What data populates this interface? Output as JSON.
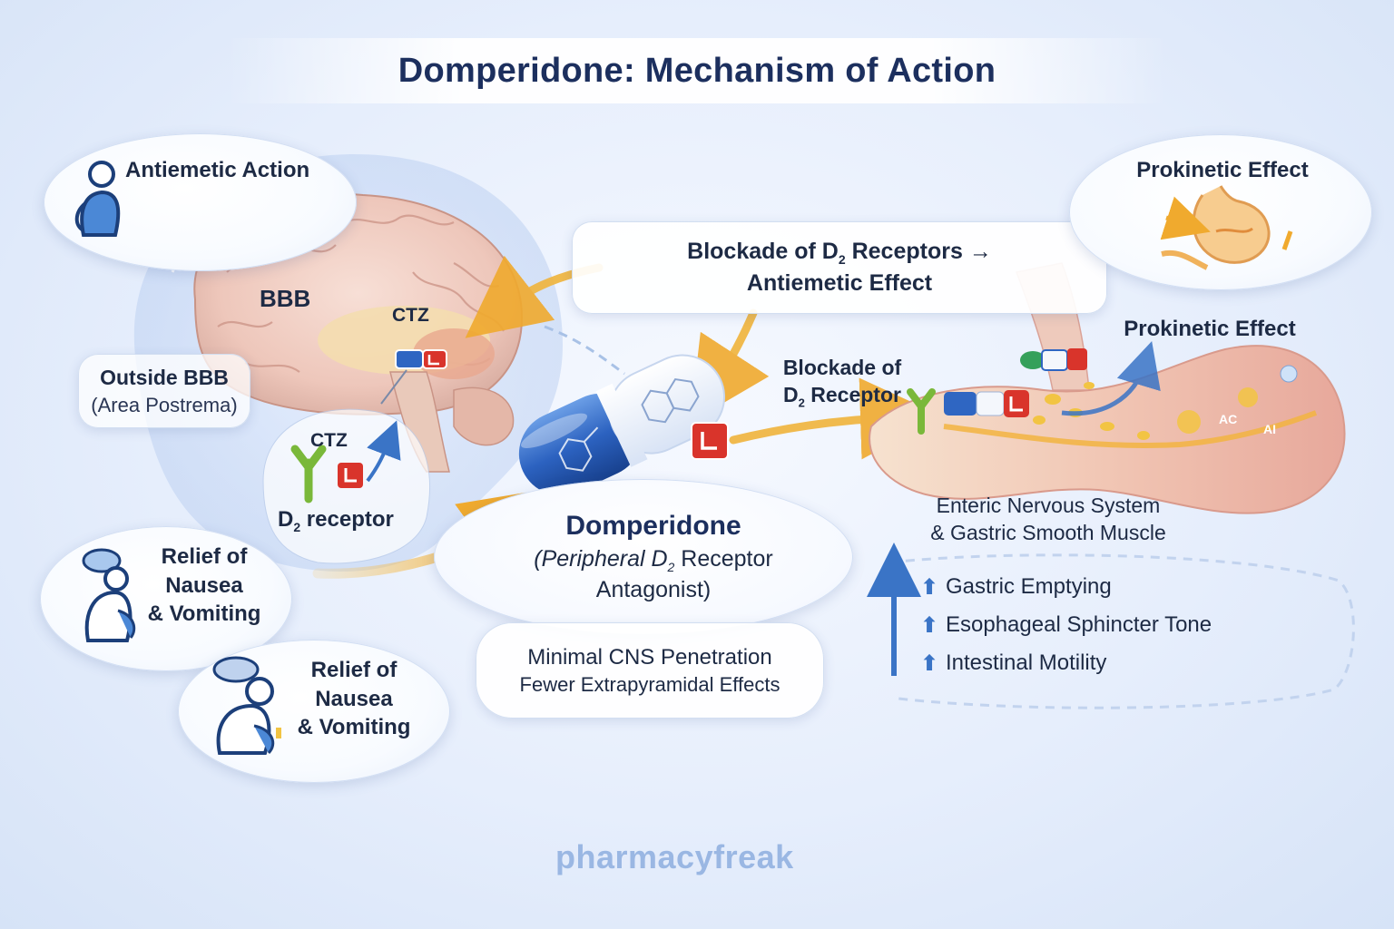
{
  "title": "Domperidone: Mechanism of Action",
  "antiemetic_action": "Antiemetic Action",
  "bbb": "BBB",
  "ctz_brain": "CTZ",
  "outside_bbb": {
    "line1": "Outside BBB",
    "line2": "(Area Postrema)"
  },
  "ctz_small": "CTZ",
  "d2_receptor_left": {
    "d": "D",
    "sub": "2",
    "rest": " receptor"
  },
  "relief_1": {
    "line1": "Relief of",
    "line2": "Nausea",
    "line3": "& Vomiting"
  },
  "relief_2": {
    "line1": "Relief of",
    "line2": "Nausea",
    "line3": "& Vomiting"
  },
  "blockade_antiemetic": {
    "pre": "Blockade of D",
    "sub": "2",
    "post": " Receptors →",
    "line2": "Antiemetic Effect"
  },
  "domperidone": {
    "name": "Domperidone",
    "line2_pre": "(Peripheral D",
    "line2_sub": "2",
    "line2_post": " Receptor",
    "line3": "Antagonist)"
  },
  "minimal_cns": {
    "line1": "Minimal CNS Penetration",
    "line2": "Fewer Extrapyramidal Effects"
  },
  "blockade_right": {
    "line1": "Blockade of",
    "line2_pre": "D",
    "line2_sub": "2",
    "line2_post": " Receptor"
  },
  "prokinetic_top": "Prokinetic Effect",
  "prokinetic_mid": "Prokinetic Effect",
  "enteric": {
    "line1": "Enteric Nervous System",
    "line2": "& Gastric Smooth Muscle"
  },
  "effects": [
    "Gastric Emptying",
    "Esophageal Sphincter Tone",
    "Intestinal Motility"
  ],
  "gut_labels": [
    "AC",
    "AI"
  ],
  "watermark": "pharmacyfreak",
  "colors": {
    "title": "#1c2f5e",
    "arrow_gold": "#f0b43c",
    "arrow_blue": "#3a74c6",
    "pill_blue": "#2f66c2",
    "antagonist_red": "#d9342b",
    "receptor_green": "#7ab83a",
    "watermark": "#9ab7e3"
  },
  "icons": [
    "person-nausea-icon",
    "checkmark-icon",
    "brain-icon",
    "capsule-icon",
    "receptor-icon",
    "antagonist-block-icon",
    "stomach-icon",
    "intestine-icon",
    "up-arrow-icon"
  ]
}
